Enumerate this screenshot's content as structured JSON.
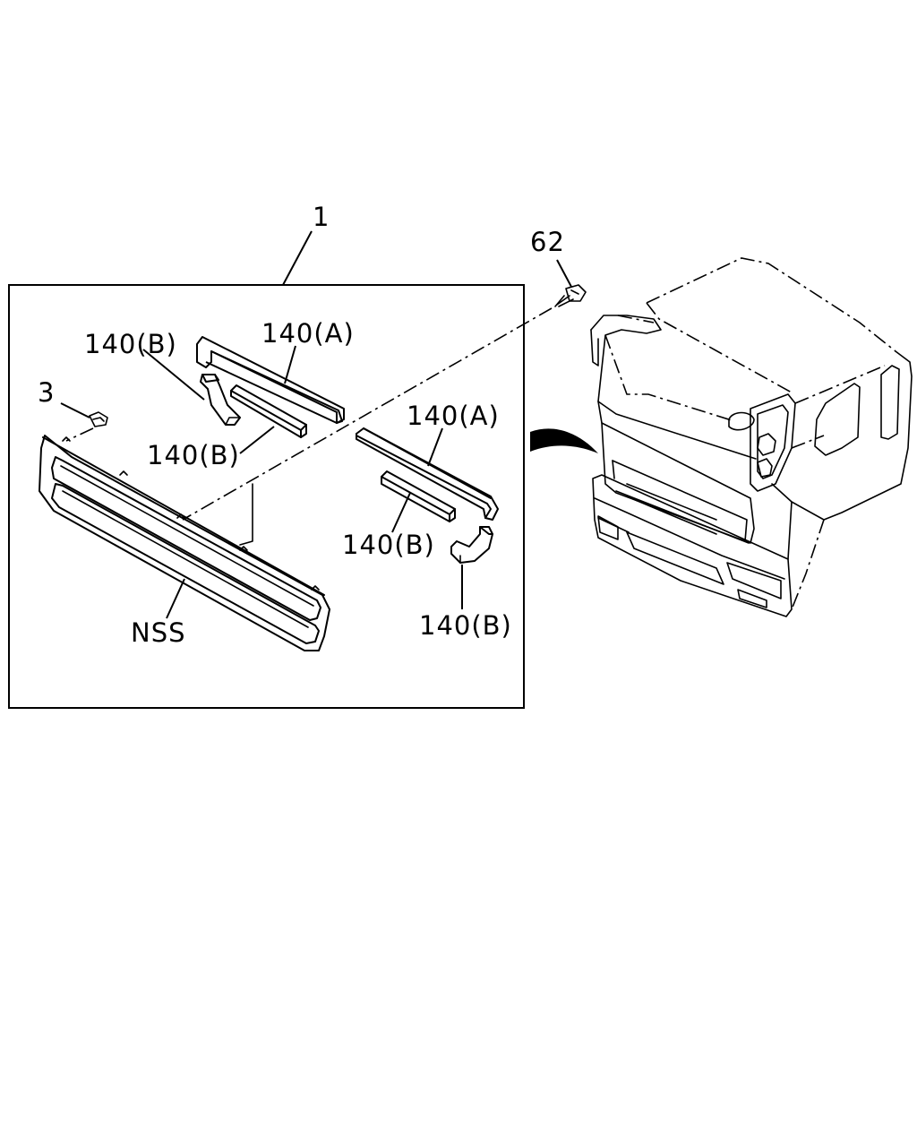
{
  "diagram": {
    "callouts": {
      "assembly": "1",
      "screw": "62",
      "clip": "3",
      "pad_a_upper": "140(A)",
      "pad_b_upper_left": "140(B)",
      "pad_b_upper_mid": "140(B)",
      "pad_a_right": "140(A)",
      "pad_b_right_mid": "140(B)",
      "pad_b_right_low": "140(B)",
      "grille": "NSS"
    }
  }
}
